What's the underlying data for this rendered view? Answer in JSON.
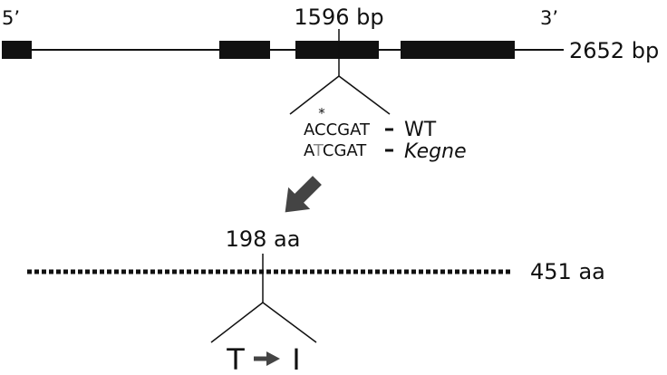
{
  "gene": {
    "five_prime": "5’",
    "three_prime": "3’",
    "position_label": "1596 bp",
    "length_label": "2652 bp"
  },
  "sequence": {
    "asterisk": "*",
    "wt_prefix": "A",
    "wt_mutant_base": "C",
    "wt_suffix": "CGAT",
    "wt_name": "WT",
    "mut_prefix": "A",
    "mut_mutant_base": "T",
    "mut_suffix": "CGAT",
    "mut_name": "Kegne"
  },
  "protein": {
    "position_label": "198 aa",
    "length_label": "451 aa",
    "from_residue": "T",
    "to_residue": "I"
  },
  "colors": {
    "ink": "#111111",
    "mutant_base": "#8a8a8a",
    "arrow": "#444444"
  }
}
